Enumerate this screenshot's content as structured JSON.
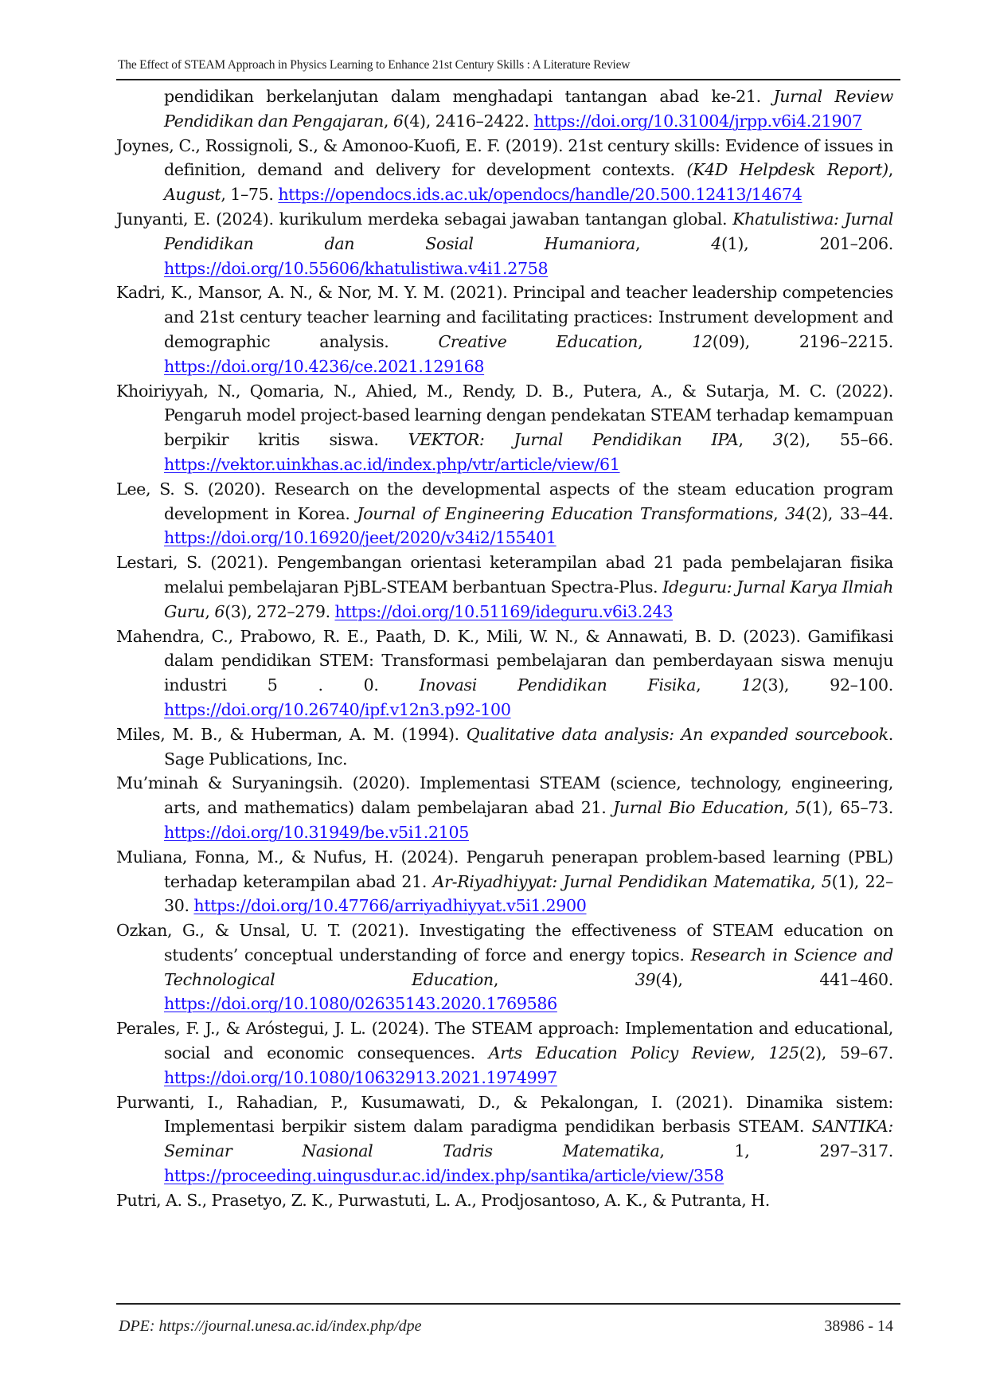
{
  "header": {
    "running_title": "The Effect of STEAM Approach in Physics Learning to Enhance 21st Century Skills : A Literature Review"
  },
  "references": [
    {
      "continuation": true,
      "text": "pendidikan berkelanjutan dalam menghadapi tantangan abad ke-21. ",
      "journal": "Jurnal Review Pendidikan dan Pengajaran",
      "volume": "6",
      "issue_pages": "(4), 2416–2422. ",
      "link": "https://doi.org/10.31004/jrpp.v6i4.21907"
    },
    {
      "text": "Joynes, C., Rossignoli, S., & Amonoo-Kuofi, E. F. (2019). 21st century skills: Evidence of issues in definition, demand and delivery for development contexts. ",
      "journal": "(K4D Helpdesk Report)",
      "volume": "August",
      "issue_pages": ", 1–75. ",
      "link": "https://opendocs.ids.ac.uk/opendocs/handle/20.500.12413/14674"
    },
    {
      "text": "Junyanti, E. (2024). kurikulum merdeka sebagai jawaban tantangan global. ",
      "journal": "Khatulistiwa: Jurnal Pendidikan dan Sosial Humaniora",
      "volume": "4",
      "issue_pages": "(1), 201–206. ",
      "link": "https://doi.org/10.55606/khatulistiwa.v4i1.2758"
    },
    {
      "text": "Kadri, K., Mansor, A. N., & Nor, M. Y. M. (2021). Principal and teacher leadership competencies and 21st century teacher learning and facilitating practices: Instrument development and demographic analysis. ",
      "journal": "Creative Education",
      "volume": "12",
      "issue_pages": "(09), 2196–2215. ",
      "link": "https://doi.org/10.4236/ce.2021.129168"
    },
    {
      "text": "Khoiriyyah, N., Qomaria, N., Ahied, M., Rendy, D. B., Putera, A., & Sutarja, M. C. (2022). Pengaruh model project-based learning dengan pendekatan STEAM terhadap kemampuan berpikir kritis siswa. ",
      "journal": "VEKTOR: Jurnal Pendidikan IPA",
      "volume": "3",
      "issue_pages": "(2), 55–66. ",
      "link": "https://vektor.uinkhas.ac.id/index.php/vtr/article/view/61"
    },
    {
      "text": "Lee, S. S. (2020). Research on the developmental aspects of the steam education program development in Korea. ",
      "journal": "Journal of Engineering Education Transformations",
      "volume": "34",
      "issue_pages": "(2), 33–44. ",
      "link": "https://doi.org/10.16920/jeet/2020/v34i2/155401"
    },
    {
      "text": "Lestari, S. (2021). Pengembangan orientasi keterampilan abad 21 pada pembelajaran fisika melalui pembelajaran PjBL-STEAM berbantuan Spectra-Plus. ",
      "journal": "Ideguru: Jurnal Karya Ilmiah Guru",
      "volume": "6",
      "issue_pages": "(3), 272–279. ",
      "link": "https://doi.org/10.51169/ideguru.v6i3.243"
    },
    {
      "text": "Mahendra, C., Prabowo, R. E., Paath, D. K., Mili, W. N., & Annawati, B. D. (2023). Gamifikasi dalam pendidikan STEM: Transformasi pembelajaran dan pemberdayaan siswa menuju industri 5 . 0. ",
      "journal": "Inovasi Pendidikan Fisika",
      "volume": "12",
      "issue_pages": "(3), 92–100. ",
      "link": "https://doi.org/10.26740/ipf.v12n3.p92-100"
    },
    {
      "text": "Miles, M. B., & Huberman, A. M. (1994). ",
      "journal": "Qualitative data analysis: An expanded sourcebook",
      "volume": "",
      "issue_pages": ". Sage Publications, Inc.",
      "link": ""
    },
    {
      "text": "Mu’minah & Suryaningsih. (2020). Implementasi STEAM (science, technology, engineering, arts, and mathematics) dalam pembelajaran abad 21. ",
      "journal": "Jurnal Bio Education",
      "volume": "5",
      "issue_pages": "(1), 65–73. ",
      "link": "https://doi.org/10.31949/be.v5i1.2105"
    },
    {
      "text": "Muliana, Fonna, M., & Nufus, H. (2024). Pengaruh penerapan problem-based learning (PBL) terhadap keterampilan abad 21. ",
      "journal": "Ar-Riyadhiyyat: Jurnal Pendidikan Matematika",
      "volume": "5",
      "issue_pages": "(1), 22–30. ",
      "link": "https://doi.org/10.47766/arriyadhiyyat.v5i1.2900"
    },
    {
      "text": "Ozkan, G., & Unsal, U. T. (2021). Investigating the effectiveness of STEAM education on students’ conceptual understanding of force and energy topics. ",
      "journal": "Research in Science and Technological Education",
      "volume": "39",
      "issue_pages": "(4), 441–460. ",
      "link": "https://doi.org/10.1080/02635143.2020.1769586"
    },
    {
      "text": "Perales, F. J., & Aróstegui, J. L. (2024). The STEAM approach: Implementation and educational, social and economic consequences. ",
      "journal": "Arts Education Policy Review",
      "volume": "125",
      "issue_pages": "(2), 59–67. ",
      "link": "https://doi.org/10.1080/10632913.2021.1974997"
    },
    {
      "text": "Purwanti, I., Rahadian, P., Kusumawati, D., & Pekalongan, I. (2021). Dinamika sistem: Implementasi berpikir sistem dalam paradigma pendidikan berbasis STEAM. ",
      "journal": "SANTIKA: Seminar Nasional Tadris Matematika",
      "volume": "",
      "issue_pages": ", 1, 297–317. ",
      "link": "https://proceeding.uingusdur.ac.id/index.php/santika/article/view/358"
    },
    {
      "text": "Putri, A. S., Prasetyo, Z. K., Purwastuti, L. A., Prodjosantoso, A. K., & Putranta, H.",
      "journal": "",
      "volume": "",
      "issue_pages": "",
      "link": ""
    }
  ],
  "footer": {
    "journal_url": "DPE: https://journal.unesa.ac.id/index.php/dpe",
    "page_number": "38986 - 14"
  }
}
